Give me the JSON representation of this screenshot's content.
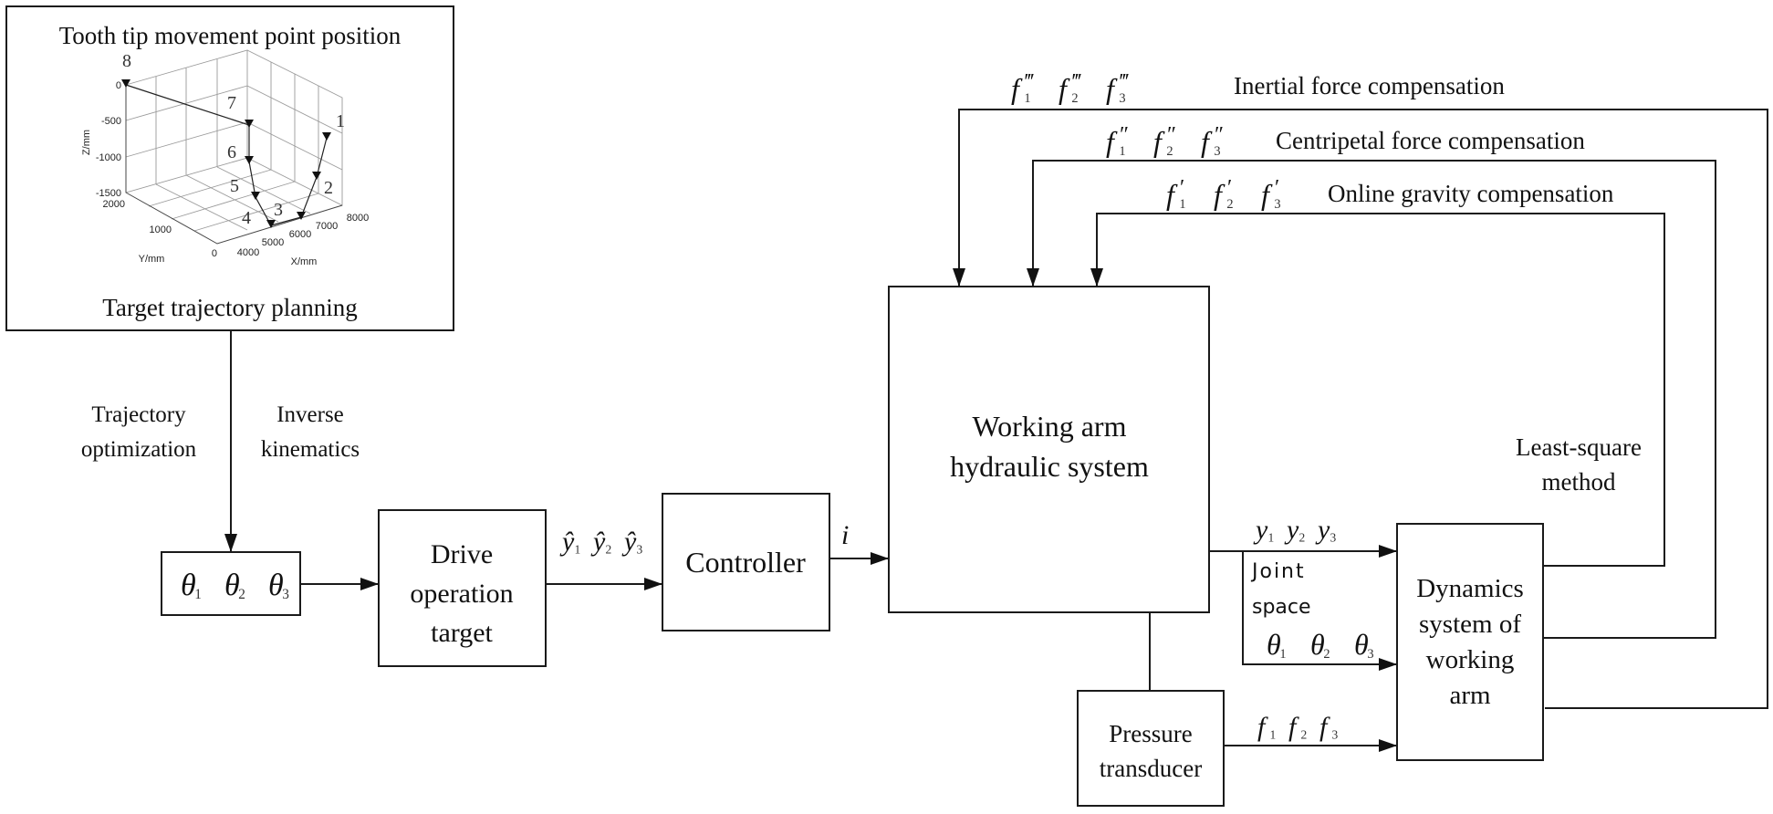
{
  "planning_box": {
    "title": "Tooth tip movement point position",
    "caption": "Target trajectory planning",
    "plot": {
      "z_label": "Z/mm",
      "y_label": "Y/mm",
      "x_label": "X/mm",
      "z_ticks": [
        "0",
        "-500",
        "-1000",
        "-1500"
      ],
      "y_ticks": [
        "2000",
        "1000",
        "0"
      ],
      "x_ticks": [
        "4000",
        "5000",
        "6000",
        "7000",
        "8000"
      ],
      "points": [
        {
          "label": "1"
        },
        {
          "label": "2"
        },
        {
          "label": "3"
        },
        {
          "label": "4"
        },
        {
          "label": "5"
        },
        {
          "label": "6"
        },
        {
          "label": "7"
        },
        {
          "label": "8"
        }
      ]
    }
  },
  "left_labels": {
    "trajectory_line1": "Trajectory",
    "trajectory_line2": "optimization",
    "inverse_line1": "Inverse",
    "inverse_line2": "kinematics"
  },
  "theta_box": {
    "symbols": [
      {
        "sym": "θ",
        "sub": "1"
      },
      {
        "sym": "θ",
        "sub": "2"
      },
      {
        "sym": "θ",
        "sub": "3"
      }
    ]
  },
  "drive_box": {
    "line1": "Drive",
    "line2": "operation",
    "line3": "target"
  },
  "yhat_label": [
    {
      "sym": "ŷ",
      "sub": "1"
    },
    {
      "sym": "ŷ",
      "sub": "2"
    },
    {
      "sym": "ŷ",
      "sub": "3"
    }
  ],
  "controller_box": {
    "label": "Controller"
  },
  "current_label": "i",
  "hydraulic_box": {
    "line1": "Working arm",
    "line2": "hydraulic system"
  },
  "output_y_label": [
    {
      "sym": "y",
      "sub": "1"
    },
    {
      "sym": "y",
      "sub": "2"
    },
    {
      "sym": "y",
      "sub": "3"
    }
  ],
  "joint_space": {
    "line1": "Joint",
    "line2": "space"
  },
  "output_theta_label": [
    {
      "sym": "θ",
      "sub": "1"
    },
    {
      "sym": "θ",
      "sub": "2"
    },
    {
      "sym": "θ",
      "sub": "3"
    }
  ],
  "pressure_box": {
    "line1": "Pressure",
    "line2": "transducer"
  },
  "force_label": [
    {
      "sym": "f",
      "sub": "1"
    },
    {
      "sym": "f",
      "sub": "2"
    },
    {
      "sym": "f",
      "sub": "3"
    }
  ],
  "dynamics_box": {
    "line1": "Dynamics",
    "line2": "system of",
    "line3": "working",
    "line4": "arm"
  },
  "least_square": {
    "line1": "Least-square",
    "line2": "method"
  },
  "feedback": {
    "inertial": {
      "title": "Inertial force compensation",
      "symbols": [
        {
          "sym": "f",
          "sub": "1",
          "prime": "‴"
        },
        {
          "sym": "f",
          "sub": "2",
          "prime": "‴"
        },
        {
          "sym": "f",
          "sub": "3",
          "prime": "‴"
        }
      ]
    },
    "centripetal": {
      "title": "Centripetal force compensation",
      "symbols": [
        {
          "sym": "f",
          "sub": "1",
          "prime": "″"
        },
        {
          "sym": "f",
          "sub": "2",
          "prime": "″"
        },
        {
          "sym": "f",
          "sub": "3",
          "prime": "″"
        }
      ]
    },
    "gravity": {
      "title": "Online gravity compensation",
      "symbols": [
        {
          "sym": "f",
          "sub": "1",
          "prime": "′"
        },
        {
          "sym": "f",
          "sub": "2",
          "prime": "′"
        },
        {
          "sym": "f",
          "sub": "3",
          "prime": "′"
        }
      ]
    }
  }
}
